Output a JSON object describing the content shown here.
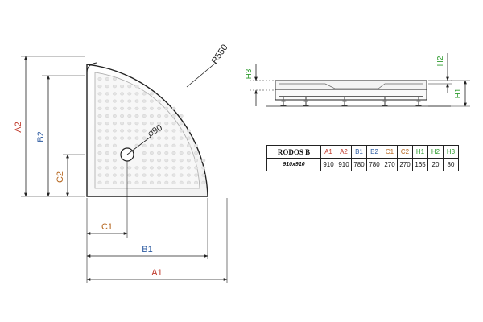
{
  "plan_view": {
    "dimension_labels": {
      "A1": "A1",
      "A2": "A2",
      "B1": "B1",
      "B2": "B2",
      "C1": "C1",
      "C2": "C2",
      "radius": "R550",
      "drain": "⌀90"
    },
    "colors": {
      "A": "#c0392b",
      "B": "#2c5aa0",
      "C": "#b5651d",
      "H": "#2e9b2e",
      "line": "#222222"
    }
  },
  "side_view": {
    "labels": {
      "H1": "H1",
      "H2": "H2",
      "H3": "H3"
    }
  },
  "table": {
    "model": "RODOS B",
    "size": "910x910",
    "headers": [
      "A1",
      "A2",
      "B1",
      "B2",
      "C1",
      "C2",
      "H1",
      "H2",
      "H3"
    ],
    "header_colors": [
      "#c0392b",
      "#c0392b",
      "#2c5aa0",
      "#2c5aa0",
      "#b5651d",
      "#b5651d",
      "#2e9b2e",
      "#2e9b2e",
      "#2e9b2e"
    ],
    "values": [
      "910",
      "910",
      "780",
      "780",
      "270",
      "270",
      "165",
      "20",
      "80"
    ]
  }
}
